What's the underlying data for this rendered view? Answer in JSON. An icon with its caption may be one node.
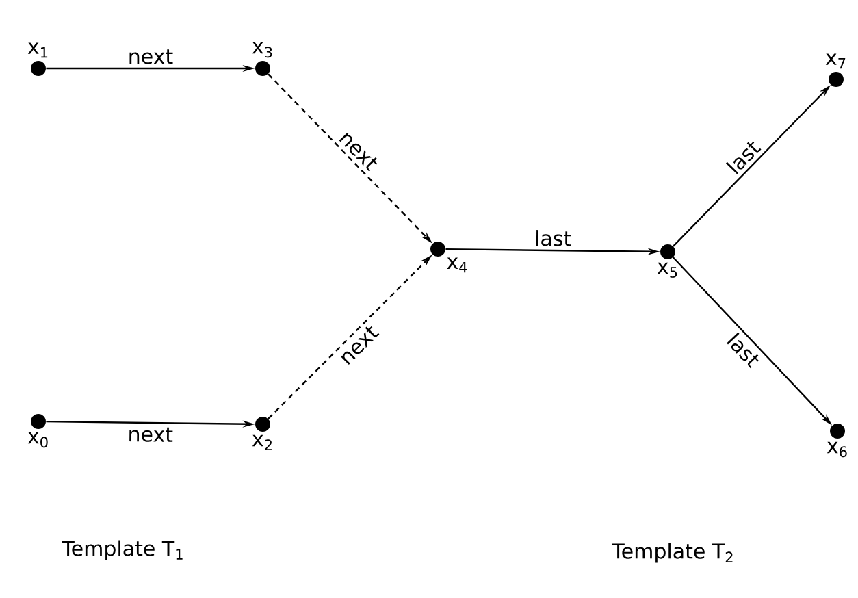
{
  "diagram": {
    "nodes": [
      {
        "text": [
          "x$_{0}$"
        ]
      },
      {
        "text": [
          "x$_{1}$"
        ]
      },
      {
        "text": [
          "x$_{2}$"
        ]
      },
      {
        "text": [
          "x$_{3}$"
        ]
      },
      {
        "text": [
          "x$_{4}$"
        ]
      },
      {
        "text": [
          "x$_{5}$"
        ]
      },
      {
        "text": [
          "x$_{6}$"
        ]
      },
      {
        "text": [
          "x$_{7}$"
        ]
      }
    ],
    "edges": [
      {
        "from": 1,
        "to": 3,
        "arrow": "to",
        "label": "next"
      },
      {
        "from": 0,
        "to": 2,
        "arrow": "to",
        "label": "next"
      },
      {
        "from": 3,
        "to": 4,
        "arrow": "to",
        "label": "next",
        "style": "dashed"
      },
      {
        "from": 2,
        "to": 4,
        "arrow": "to",
        "label": "next",
        "style": "dashed"
      },
      {
        "from": 4,
        "to": 5,
        "arrow": "to",
        "label": "last"
      },
      {
        "from": 5,
        "to": 7,
        "arrow": "to",
        "label": "last"
      },
      {
        "from": 5,
        "to": 6,
        "arrow": "to",
        "label": "last"
      }
    ],
    "labels": [
      "Template T$_{1}$",
      "Template T$_{2}$"
    ]
  }
}
